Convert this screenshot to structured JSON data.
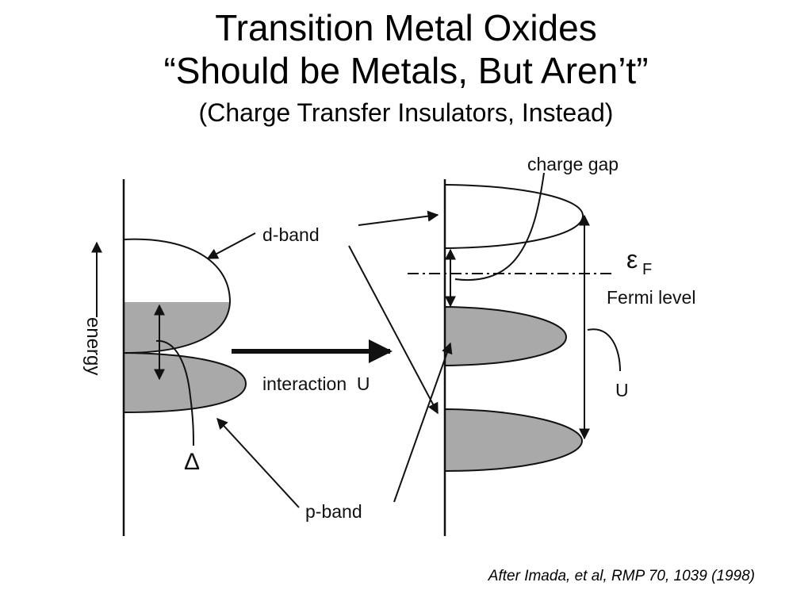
{
  "slide": {
    "title": "Transition Metal Oxides",
    "subtitle": "“Should be Metals, But Aren’t”",
    "subtitle2": "(Charge Transfer Insulators, Instead)",
    "caption": "After  Imada, et al, RMP 70, 1039 (1998)"
  },
  "diagram": {
    "energy_label": "energy",
    "d_band_label": "d-band",
    "p_band_label": "p-band",
    "delta_label": "Δ",
    "interaction_label": "interaction  U",
    "charge_gap_label": "charge gap",
    "fermi_symbol": "ε",
    "fermi_subscript": "F",
    "fermi_level_label": "Fermi level",
    "u_label": "U",
    "band_fill_color": "#a9a9a9",
    "line_color": "#111111"
  }
}
